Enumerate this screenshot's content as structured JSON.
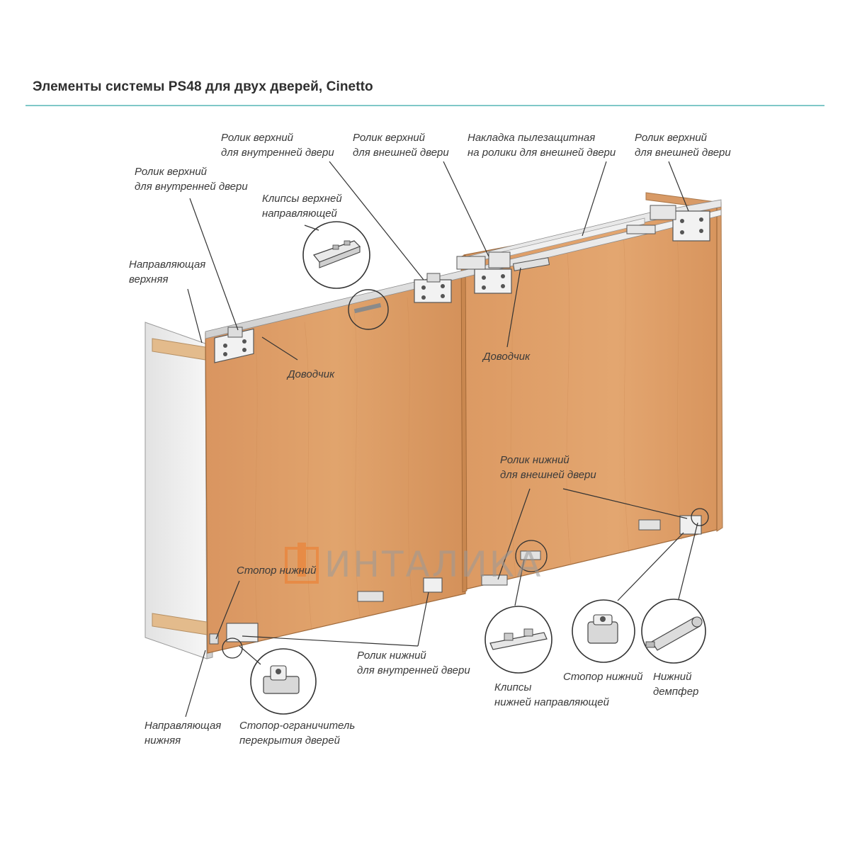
{
  "title": "Элементы системы PS48 для двух дверей, Cinetto",
  "colors": {
    "accent_rule": "#7fc8c8",
    "door_wood": "#dc9a62",
    "door_edge": "#b87a44",
    "cabinet_side": "#ececec",
    "shelf": "#e0b88a",
    "watermark": "#ef7b2a"
  },
  "watermark": {
    "brand": "ИНТАЛИКА"
  },
  "labels": {
    "top_roller_inner_left": [
      "Ролик верхний",
      "для внутренней двери"
    ],
    "top_roller_inner_center": [
      "Ролик верхний",
      "для внутренней двери"
    ],
    "top_roller_outer_center": [
      "Ролик верхний",
      "для внешней двери"
    ],
    "anti_dust_cover": [
      "Накладка пылезащитная",
      "на ролики для внешней двери"
    ],
    "top_roller_outer_right": [
      "Ролик верхний",
      "для внешней двери"
    ],
    "top_guide_clips": [
      "Клипсы верхней",
      "направляющей"
    ],
    "top_guide": [
      "Направляющая",
      "верхняя"
    ],
    "closer_left": [
      "Доводчик"
    ],
    "closer_right": [
      "Доводчик"
    ],
    "bottom_roller_outer": [
      "Ролик нижний",
      "для внешней двери"
    ],
    "bottom_stop_left": [
      "Стопор нижний"
    ],
    "bottom_roller_inner": [
      "Ролик нижний",
      "для внутренней двери"
    ],
    "bottom_guide": [
      "Направляющая",
      "нижняя"
    ],
    "overlap_stopper": [
      "Стопор-ограничитель",
      "перекрытия дверей"
    ],
    "bottom_guide_clips": [
      "Клипсы",
      "нижней направляющей"
    ],
    "bottom_stop_right": [
      "Стопор нижний"
    ],
    "bottom_damper": [
      "Нижний",
      "демпфер"
    ]
  }
}
